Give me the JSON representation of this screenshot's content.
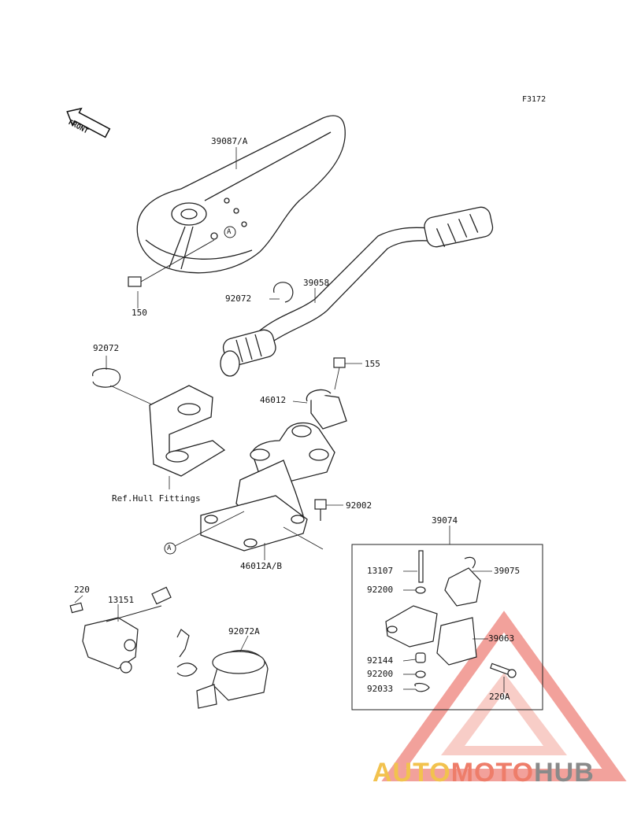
{
  "figure_code": "F3172",
  "front_label": "FRONT",
  "callouts": {
    "c39087A": "39087/A",
    "c150": "150",
    "c39058": "39058",
    "c92072_top": "92072",
    "c92072_left": "92072",
    "c155": "155",
    "c46012": "46012",
    "ref_hull": "Ref.Hull Fittings",
    "c92002": "92002",
    "c46012AB": "46012A/B",
    "ref_A_upper": "A",
    "ref_A_lower": "A",
    "c39074": "39074",
    "c13107": "13107",
    "c39075": "39075",
    "c92200_a": "92200",
    "c39063": "39063",
    "c92144": "92144",
    "c92200_b": "92200",
    "c92033": "92033",
    "c220A": "220A",
    "c220": "220",
    "c13151": "13151",
    "c92072A": "92072A"
  },
  "watermark": {
    "part1": "AUTO",
    "part2": "MOTO",
    "part3": "HUB",
    "colors": {
      "auto": "#f2c24e",
      "moto": "#ee7d6a",
      "hub": "#8a8a8a",
      "triangle": "#e8564a"
    }
  }
}
